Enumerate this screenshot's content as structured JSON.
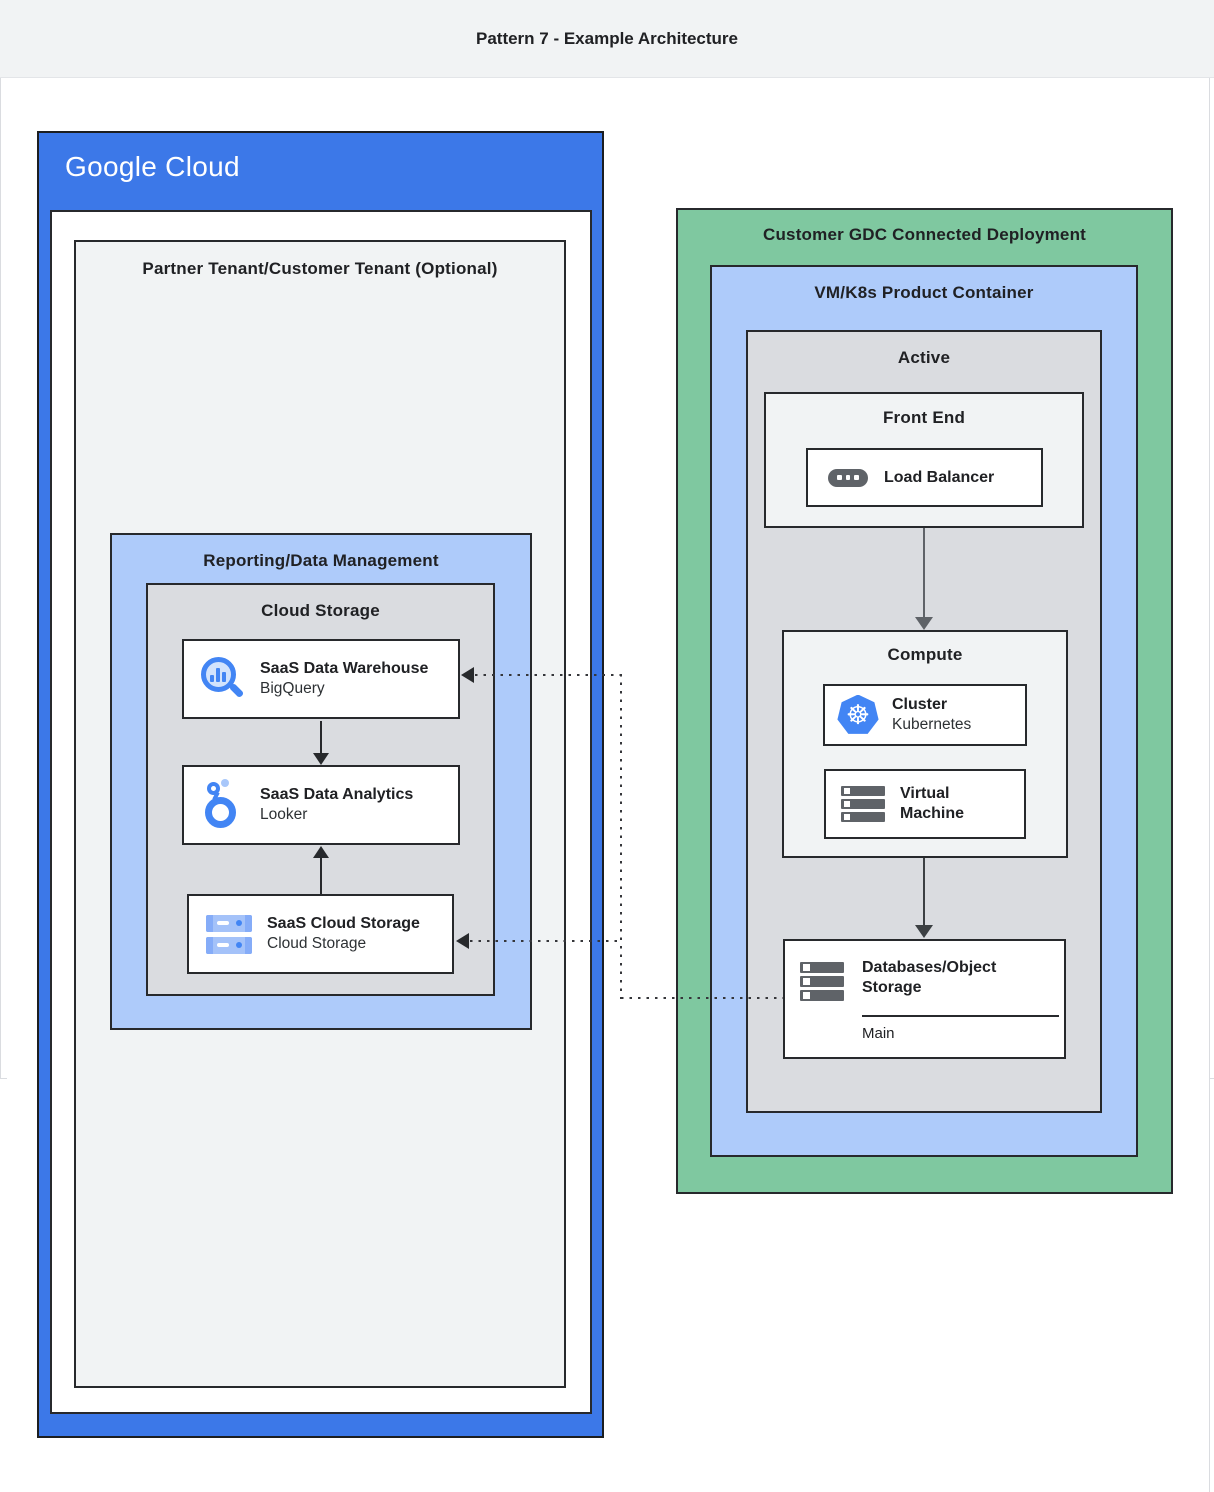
{
  "header": {
    "title": "Pattern 7 - Example Architecture"
  },
  "colors": {
    "google_blue": "#3C78E8",
    "pastel_blue": "#AECBFA",
    "pastel_green": "#7FC8A0",
    "panel_gray": "#DADCE0",
    "panel_light": "#F1F3F4",
    "ink": "#202124",
    "icon_blue": "#4285F4",
    "icon_gray": "#5F6368"
  },
  "google_cloud": {
    "logo": "Google Cloud",
    "partner_tenant": {
      "title": "Partner Tenant/Customer Tenant (Optional)"
    },
    "reporting": {
      "title": "Reporting/Data Management"
    },
    "cloud_storage_group": {
      "title": "Cloud Storage"
    },
    "nodes": {
      "warehouse": {
        "title": "SaaS Data Warehouse",
        "subtitle": "BigQuery",
        "icon": "bigquery-icon"
      },
      "analytics": {
        "title": "SaaS Data Analytics",
        "subtitle": "Looker",
        "icon": "looker-icon"
      },
      "storage": {
        "title": "SaaS Cloud Storage",
        "subtitle": "Cloud Storage",
        "icon": "cloud-storage-icon"
      }
    }
  },
  "gdc": {
    "title": "Customer GDC Connected Deployment",
    "vmk8s": {
      "title": "VM/K8s Product Container"
    },
    "active": {
      "title": "Active"
    },
    "front_end": {
      "title": "Front End",
      "load_balancer": {
        "label": "Load Balancer",
        "icon": "load-balancer-icon"
      }
    },
    "compute": {
      "title": "Compute",
      "cluster": {
        "title": "Cluster",
        "subtitle": "Kubernetes",
        "icon": "kubernetes-icon"
      },
      "vm": {
        "title": "Virtual Machine",
        "icon": "virtual-machine-icon"
      }
    },
    "databases": {
      "title": "Databases/Object Storage",
      "footer": "Main",
      "icon": "object-storage-icon"
    }
  }
}
